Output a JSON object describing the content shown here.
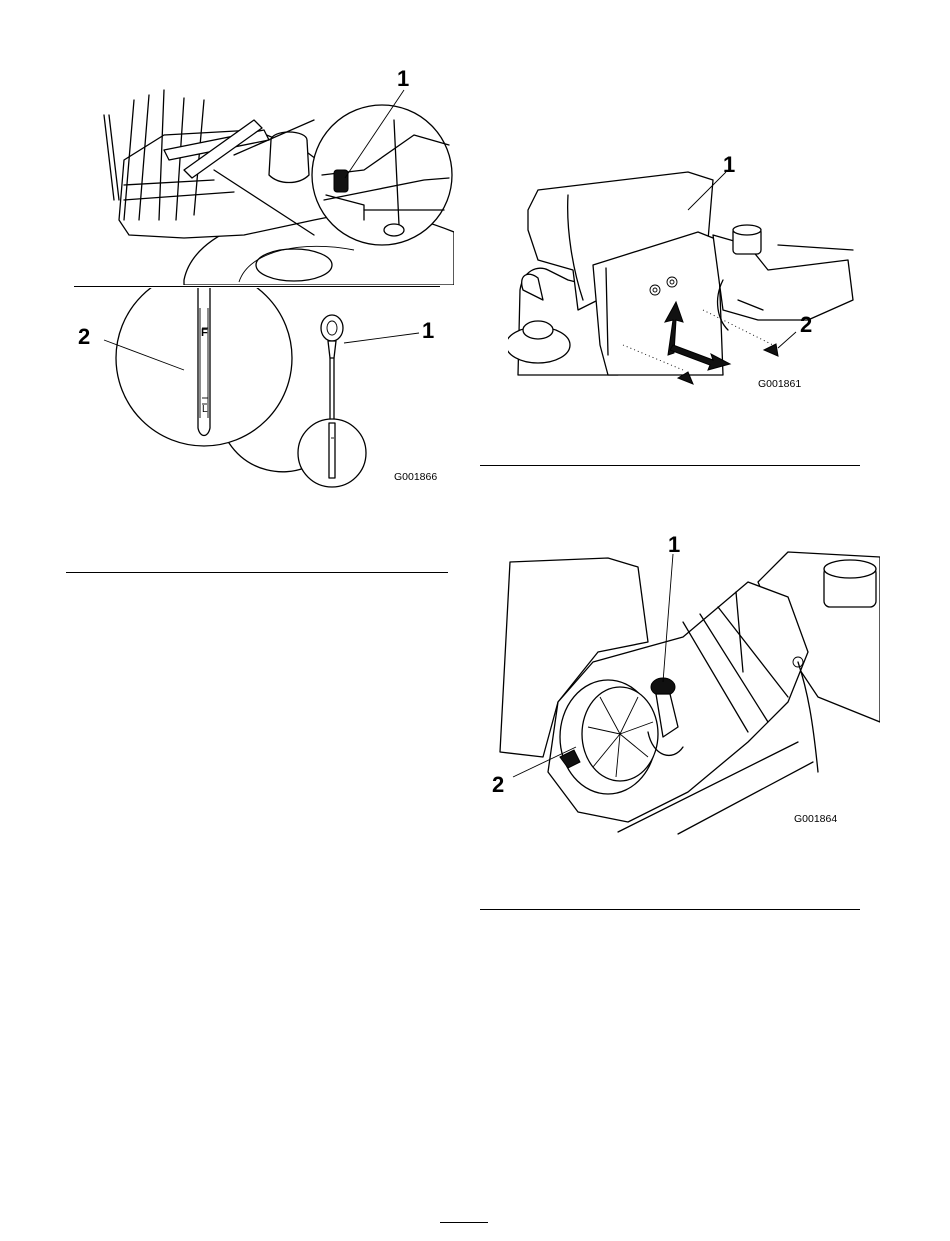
{
  "figures": [
    {
      "callouts": [
        "1",
        "2",
        "1"
      ],
      "dipstick_marks": [
        "F",
        "L"
      ],
      "code": "G001866"
    },
    {
      "callouts": [
        "1",
        "2"
      ],
      "code": "G001861"
    },
    {
      "callouts": [
        "1",
        "2"
      ],
      "code": "G001864"
    }
  ]
}
